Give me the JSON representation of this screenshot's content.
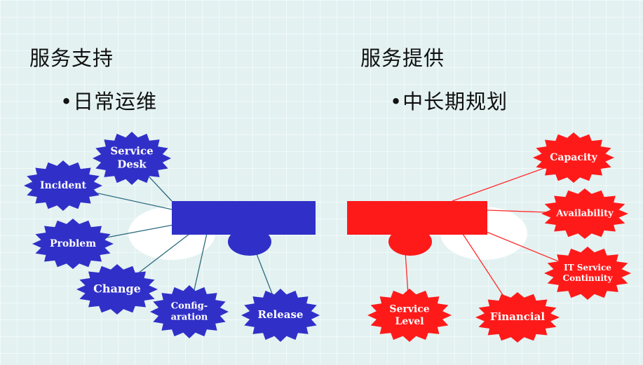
{
  "left": {
    "heading": "服务支持",
    "subheading": "日常运维",
    "bullet": "•",
    "color": "#3030c8",
    "processes": [
      [
        "Service",
        "Desk"
      ],
      [
        "Incident"
      ],
      [
        "Problem"
      ],
      [
        "Change"
      ],
      [
        "Config-",
        "aration"
      ],
      [
        "Release"
      ]
    ]
  },
  "right": {
    "heading": "服务提供",
    "subheading": "中长期规划",
    "bullet": "•",
    "color": "#ff1a1a",
    "processes": [
      [
        "Capacity"
      ],
      [
        "Availability"
      ],
      [
        "IT Service",
        "Continuity"
      ],
      [
        "Financial"
      ],
      [
        "Service",
        "Level"
      ]
    ]
  }
}
